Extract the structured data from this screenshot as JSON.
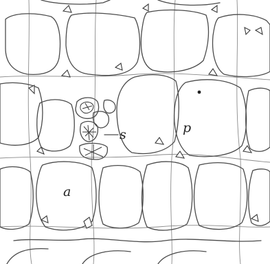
{
  "figure": {
    "labels": {
      "a": "a",
      "p": "p",
      "s": "s"
    }
  }
}
